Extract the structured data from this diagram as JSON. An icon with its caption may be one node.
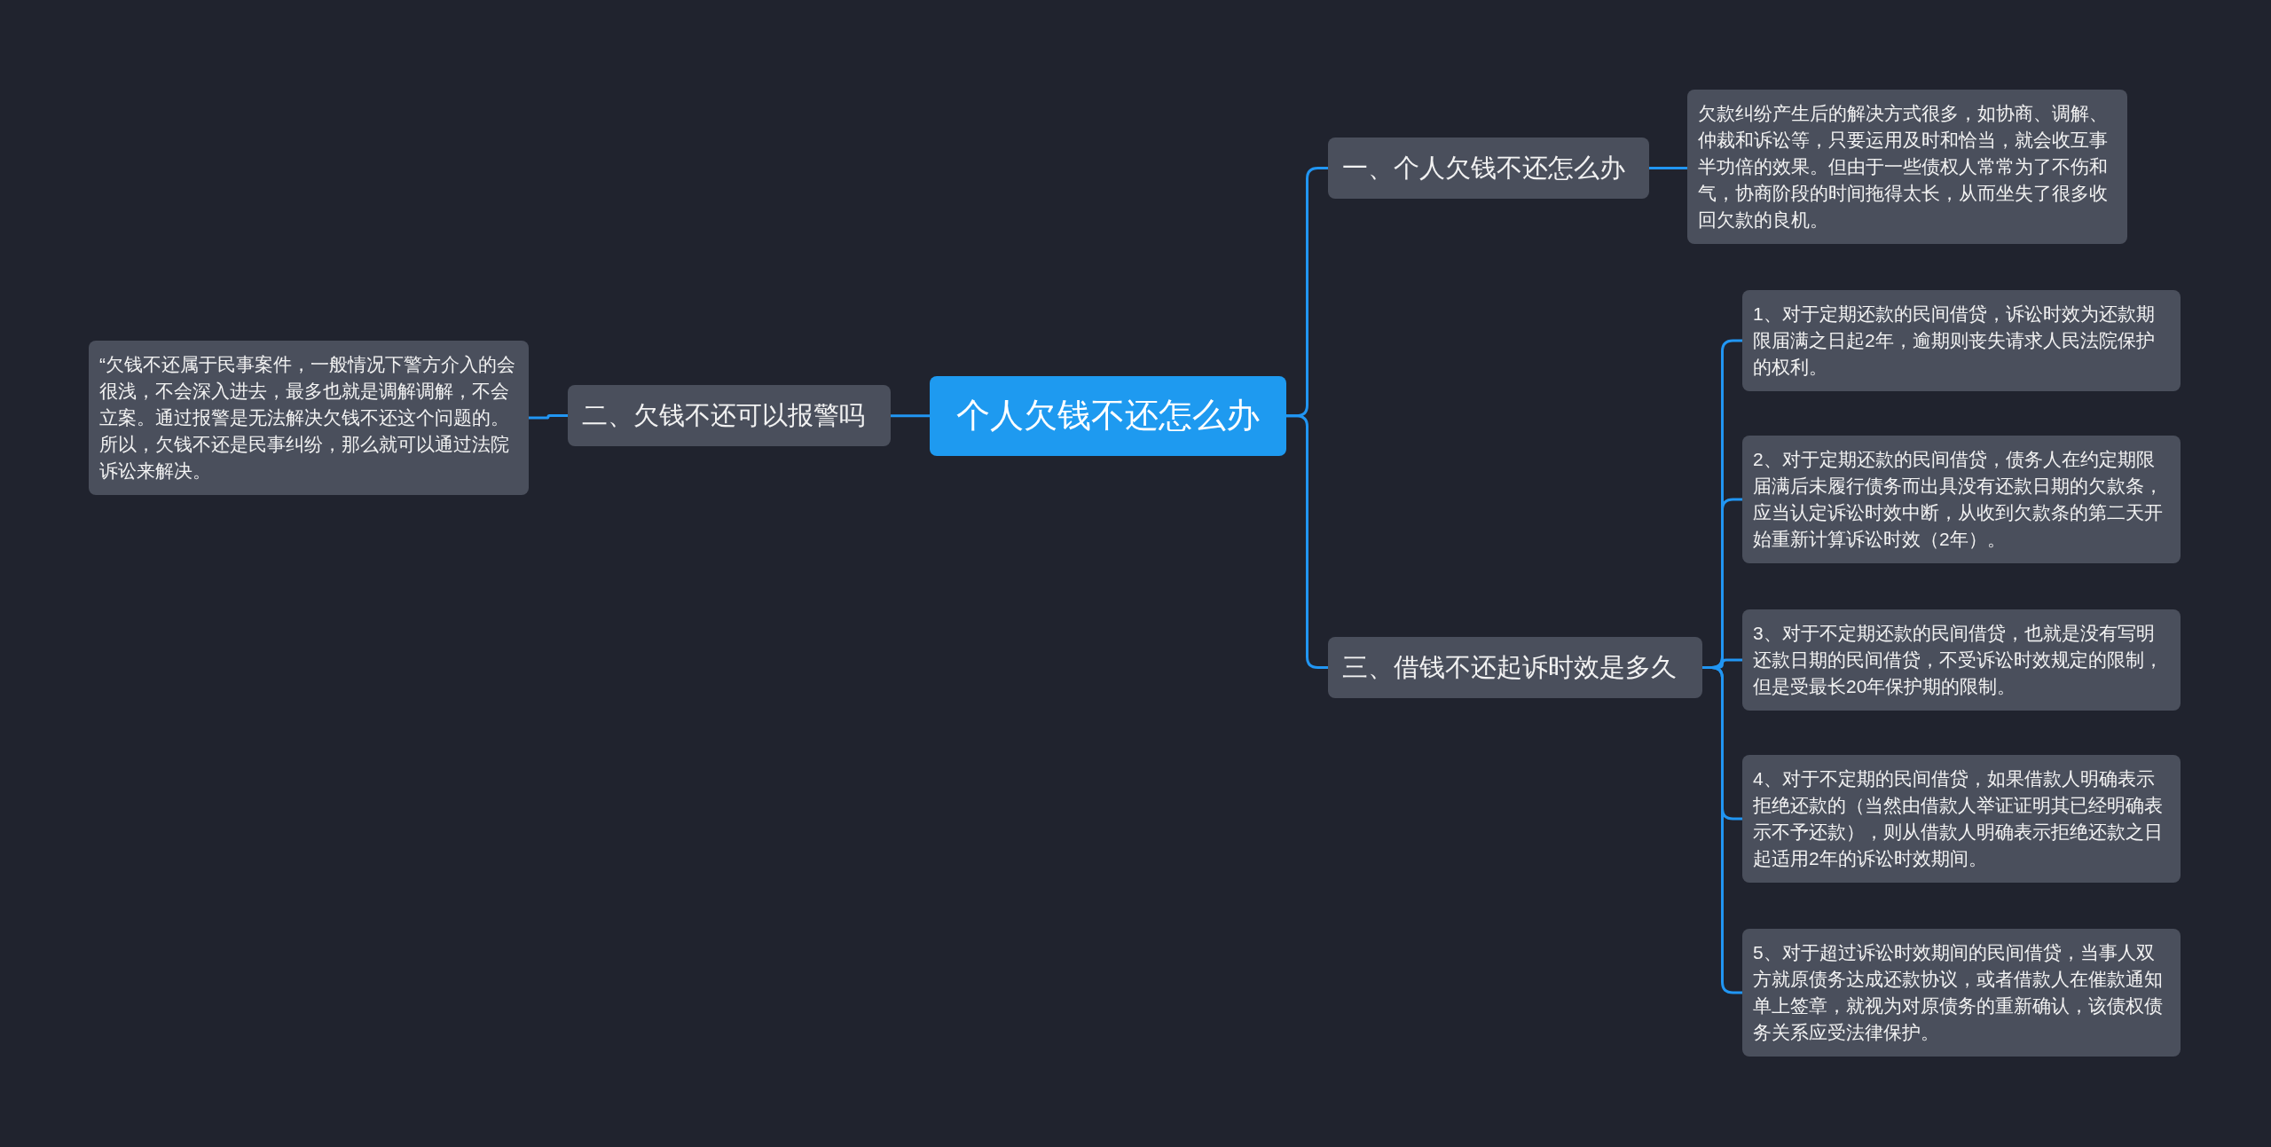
{
  "diagram": {
    "nodes": [
      {
        "text": [
          "个人欠钱不还怎么办"
        ]
      },
      {
        "text": [
          "一、个人欠钱不还怎么办"
        ]
      },
      {
        "text": [
          "欠款纠纷产生后的解决方式很多，如协商、调解、仲裁和诉讼等，只要运用及时和恰当，就会收互事半功倍的效果。但由于一些债权人常常为了不伤和气，协商阶段的时间拖得太长，从而坐失了很多收回欠款的良机。"
        ]
      },
      {
        "text": [
          "二、欠钱不还可以报警吗"
        ]
      },
      {
        "text": [
          "“欠钱不还属于民事案件，一般情况下警方介入的会很浅，不会深入进去，最多也就是调解调解，不会立案。通过报警是无法解决欠钱不还这个问题的。所以，欠钱不还是民事纠纷，那么就可以通过法院诉讼来解决。"
        ]
      },
      {
        "text": [
          "三、借钱不还起诉时效是多久"
        ]
      },
      {
        "text": [
          "1、对于定期还款的民间借贷，诉讼时效为还款期限届满之日起2年，逾期则丧失请求人民法院保护的权利。"
        ]
      },
      {
        "text": [
          "2、对于定期还款的民间借贷，债务人在约定期限届满后未履行债务而出具没有还款日期的欠款条，应当认定诉讼时效中断，从收到欠款条的第二天开始重新计算诉讼时效（2年）。"
        ]
      },
      {
        "text": [
          "3、对于不定期还款的民间借贷，也就是没有写明还款日期的民间借贷，不受诉讼时效规定的限制，但是受最长20年保护期的限制。"
        ]
      },
      {
        "text": [
          "4、对于不定期的民间借贷，如果借款人明确表示拒绝还款的（当然由借款人举证证明其已经明确表示不予还款），则从借款人明确表示拒绝还款之日起适用2年的诉讼时效期间。"
        ]
      },
      {
        "text": [
          "5、对于超过诉讼时效期间的民间借贷，当事人双方就原债务达成还款协议，或者借款人在催款通知单上签章，就视为对原债务的重新确认，该债权债务关系应受法律保护。"
        ]
      }
    ],
    "edges": [
      {
        "from": 0,
        "to": 1,
        "arrow": "none"
      },
      {
        "from": 1,
        "to": 2,
        "arrow": "none"
      },
      {
        "from": 0,
        "to": 3,
        "arrow": "none"
      },
      {
        "from": 3,
        "to": 4,
        "arrow": "none"
      },
      {
        "from": 0,
        "to": 5,
        "arrow": "none"
      },
      {
        "from": 5,
        "to": 6,
        "arrow": "none"
      },
      {
        "from": 5,
        "to": 7,
        "arrow": "none"
      },
      {
        "from": 5,
        "to": 8,
        "arrow": "none"
      },
      {
        "from": 5,
        "to": 9,
        "arrow": "none"
      },
      {
        "from": 5,
        "to": 10,
        "arrow": "none"
      }
    ]
  }
}
